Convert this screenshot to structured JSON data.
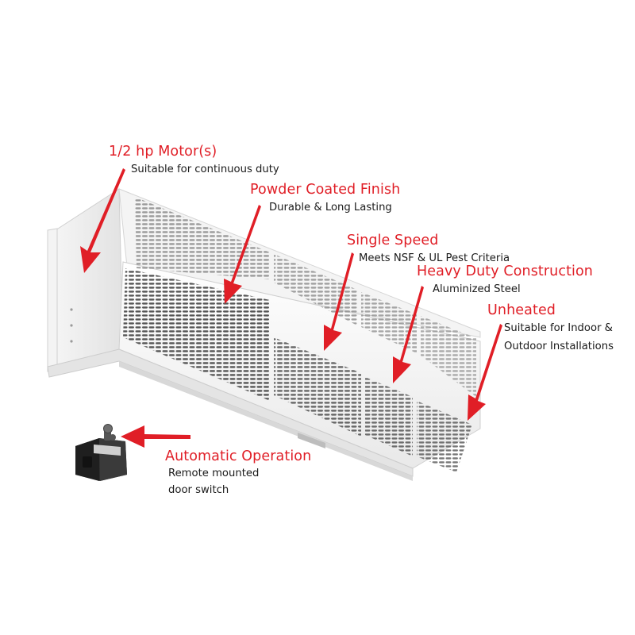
{
  "features": [
    {
      "id": "motor",
      "title": "1/2 hp Motor(s)",
      "lines": [
        "Suitable for continuous duty"
      ]
    },
    {
      "id": "finish",
      "title": "Powder Coated Finish",
      "lines": [
        "Durable & Long Lasting"
      ]
    },
    {
      "id": "speed",
      "title": "Single Speed",
      "lines": [
        "Meets NSF & UL Pest Criteria"
      ]
    },
    {
      "id": "construction",
      "title": "Heavy Duty Construction",
      "lines": [
        "Aluminized Steel"
      ]
    },
    {
      "id": "heat",
      "title": "Unheated",
      "lines": [
        "Suitable for Indoor &",
        "Outdoor Installations"
      ]
    },
    {
      "id": "operation",
      "title": "Automatic Operation",
      "lines": [
        "Remote mounted",
        "door switch"
      ]
    }
  ],
  "colors": {
    "accent": "#e01e26",
    "text": "#1a1a1a",
    "unit_body": "#f1f1f1",
    "switch_body": "#2b2b2b"
  },
  "icons": {
    "product": "air-curtain-unit",
    "switch": "door-switch-icon",
    "pointer": "red-arrow"
  }
}
